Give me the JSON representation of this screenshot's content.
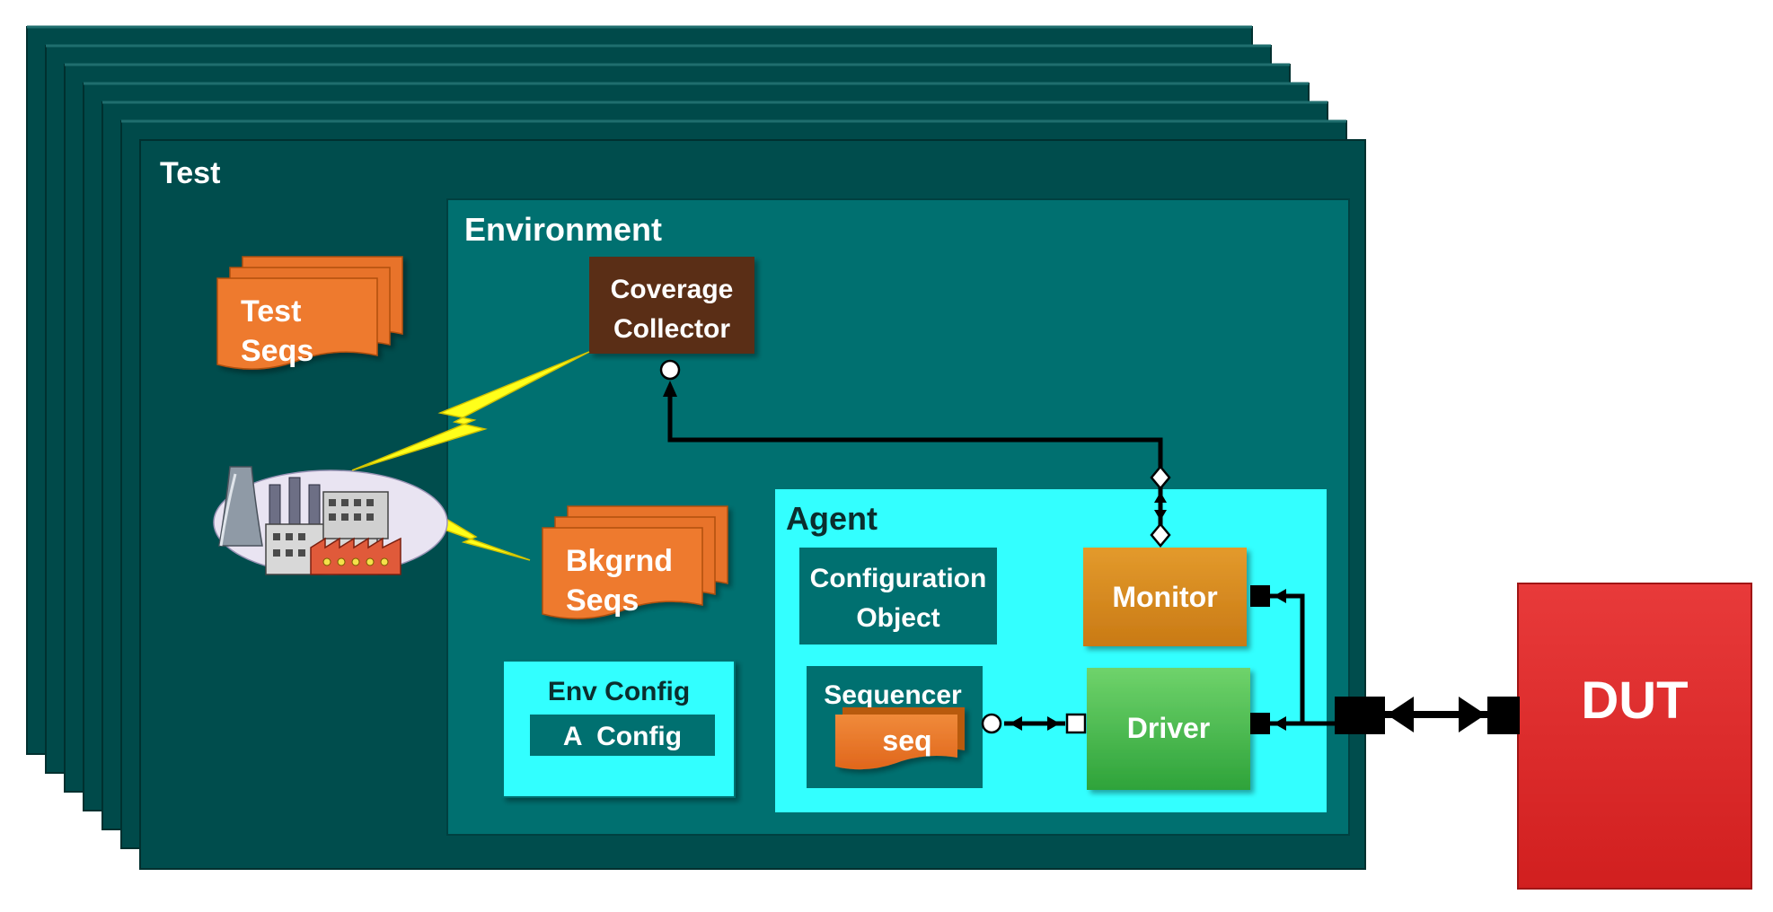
{
  "test": {
    "label": "Test"
  },
  "environment": {
    "label": "Environment"
  },
  "coverage_collector": {
    "line1": "Coverage",
    "line2": "Collector"
  },
  "test_seqs": {
    "line1": "Test",
    "line2": "Seqs"
  },
  "bkgrnd_seqs": {
    "line1": "Bkgrnd",
    "line2": "Seqs"
  },
  "env_config": {
    "label": "Env Config",
    "a_config": "A  Config"
  },
  "agent": {
    "label": "Agent",
    "configuration_object": {
      "line1": "Configuration",
      "line2": "Object"
    },
    "sequencer": {
      "label": "Sequencer",
      "seq": "seq"
    },
    "monitor": {
      "label": "Monitor"
    },
    "driver": {
      "label": "Driver"
    }
  },
  "dut": {
    "label": "DUT"
  },
  "colors": {
    "test_layer": "#004d4d",
    "environment": "#007070",
    "agent": "#33ffff",
    "coverage": "#5a2d12",
    "sequences": "#e8732a",
    "monitor": "#d98a1f",
    "driver": "#3fb84a",
    "dut": "#e32b2b",
    "lightning": "#ffff1a"
  },
  "icons": {
    "factory": "factory-icon",
    "lightning": "lightning-bolt-icon"
  }
}
